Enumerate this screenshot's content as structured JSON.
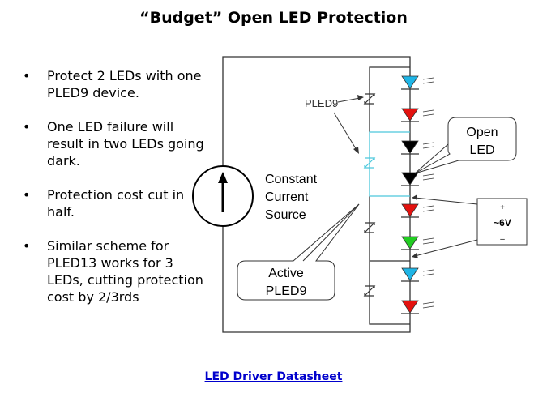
{
  "title": "“Budget” Open LED Protection",
  "bullets": [
    {
      "marker": "•",
      "text": " Protect 2 LEDs with one PLED9 device."
    },
    {
      "marker": "•",
      "text": "One LED failure will result in two LEDs going dark."
    },
    {
      "marker": "•",
      "text": "Protection cost cut in half."
    },
    {
      "marker": "•",
      "text": "Similar scheme for PLED13 works for 3 LEDs, cutting protection cost by 2/3rds"
    }
  ],
  "diagram": {
    "source_label": [
      "Constant",
      "Current",
      "Source"
    ],
    "pled9_label": "PLED9",
    "open_led_callout": [
      "Open",
      "LED"
    ],
    "active_callout": [
      "Active",
      "PLED9"
    ],
    "voltage_box": {
      "plus": "+",
      "value": "~6V",
      "minus": "–"
    },
    "led_colors": [
      "#1fb5e6",
      "#e3120f",
      "#000000",
      "#000000",
      "#e3120f",
      "#22cc22",
      "#1fb5e6",
      "#e3120f"
    ],
    "active_path_color": "#4cc8dc"
  },
  "link": "LED Driver Datasheet"
}
